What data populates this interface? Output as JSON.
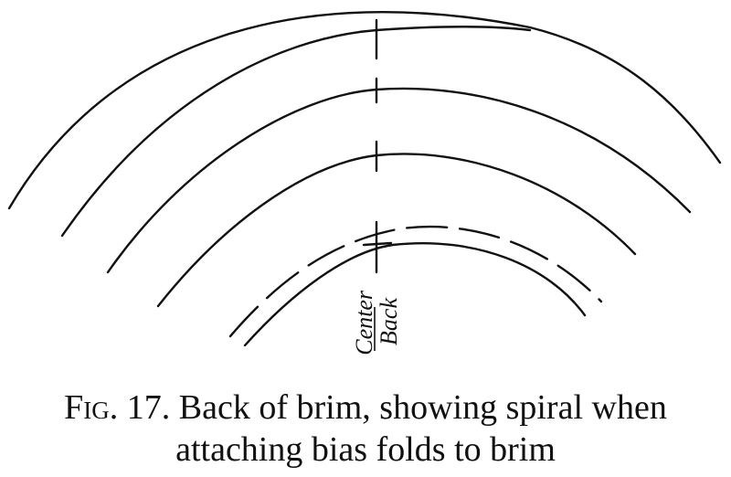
{
  "diagram": {
    "center_label_line1": "Center",
    "center_label_line2": "Back",
    "stroke_color": "#111111"
  },
  "caption": {
    "figure_label": "Fig. 17.",
    "line1_text": "Back of brim, showing spiral when",
    "line2_text": "attaching bias folds to brim"
  }
}
